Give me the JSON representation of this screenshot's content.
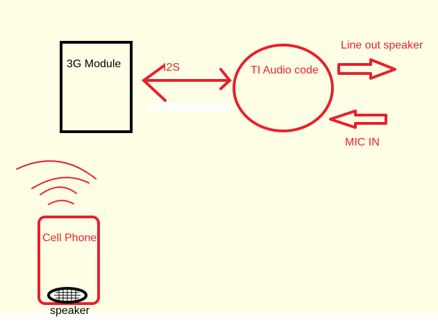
{
  "colors": {
    "background": "#ffffe6",
    "red": "#e8202a",
    "black": "#000000",
    "white": "#ffffff"
  },
  "diagram": {
    "module_label": "3G Module",
    "i2s_label": "I2S",
    "codec_label": "TI Audio code",
    "line_out_label": "Line out speaker",
    "mic_in_label": "MIC IN",
    "phone_label": "Cell Phone",
    "speaker_label": "speaker"
  },
  "icons": {
    "signal": "wireless-signal-icon",
    "speaker": "speaker-grille-icon"
  }
}
